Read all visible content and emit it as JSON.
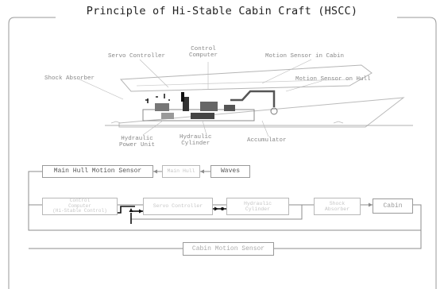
{
  "title": "Principle of Hi-Stable Cabin Craft (HSCC)",
  "top_labels": {
    "servo_controller": "Servo Controller",
    "control_computer": "Control\nComputer",
    "motion_sensor_cabin": "Motion Sensor in Cabin",
    "shock_absorber": "Shock Absorber",
    "motion_sensor_hull": "Motion Sensor on Hull",
    "hydraulic_power_unit": "Hydraulic\nPower Unit",
    "hydraulic_cylinder": "Hydraulic\nCylinder",
    "accumulator": "Accumulator"
  },
  "blocks": {
    "main_hull_motion_sensor": "Main Hull Motion Sensor",
    "main_hull": "Main Hull",
    "waves": "Waves",
    "control_computer": "Control\nComputer\n(Hi-Stable Control)",
    "servo_controller": "Servo Controller",
    "hydraulic_cylinder": "Hydraulic\nCylinder",
    "shock_absorber": "Shock\nAbsorber",
    "cabin": "Cabin",
    "cabin_motion_sensor": "Cabin Motion Sensor"
  },
  "colors": {
    "line": "#8c8c8c",
    "dark_line": "#111111",
    "text": "#888888"
  }
}
